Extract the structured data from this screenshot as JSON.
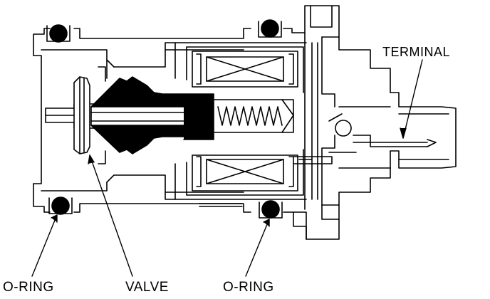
{
  "labels": {
    "terminal": "TERMINAL",
    "oring_left": "O-RING",
    "valve": "VALVE",
    "oring_mid": "O-RING"
  },
  "colors": {
    "ink": "#000000",
    "paper": "#ffffff"
  },
  "components": [
    "valve-body-housing",
    "valve",
    "spring",
    "coil-top",
    "coil-bottom",
    "terminal-connector",
    "o-ring-top-left",
    "o-ring-top-mid",
    "o-ring-bottom-left",
    "o-ring-bottom-mid"
  ]
}
